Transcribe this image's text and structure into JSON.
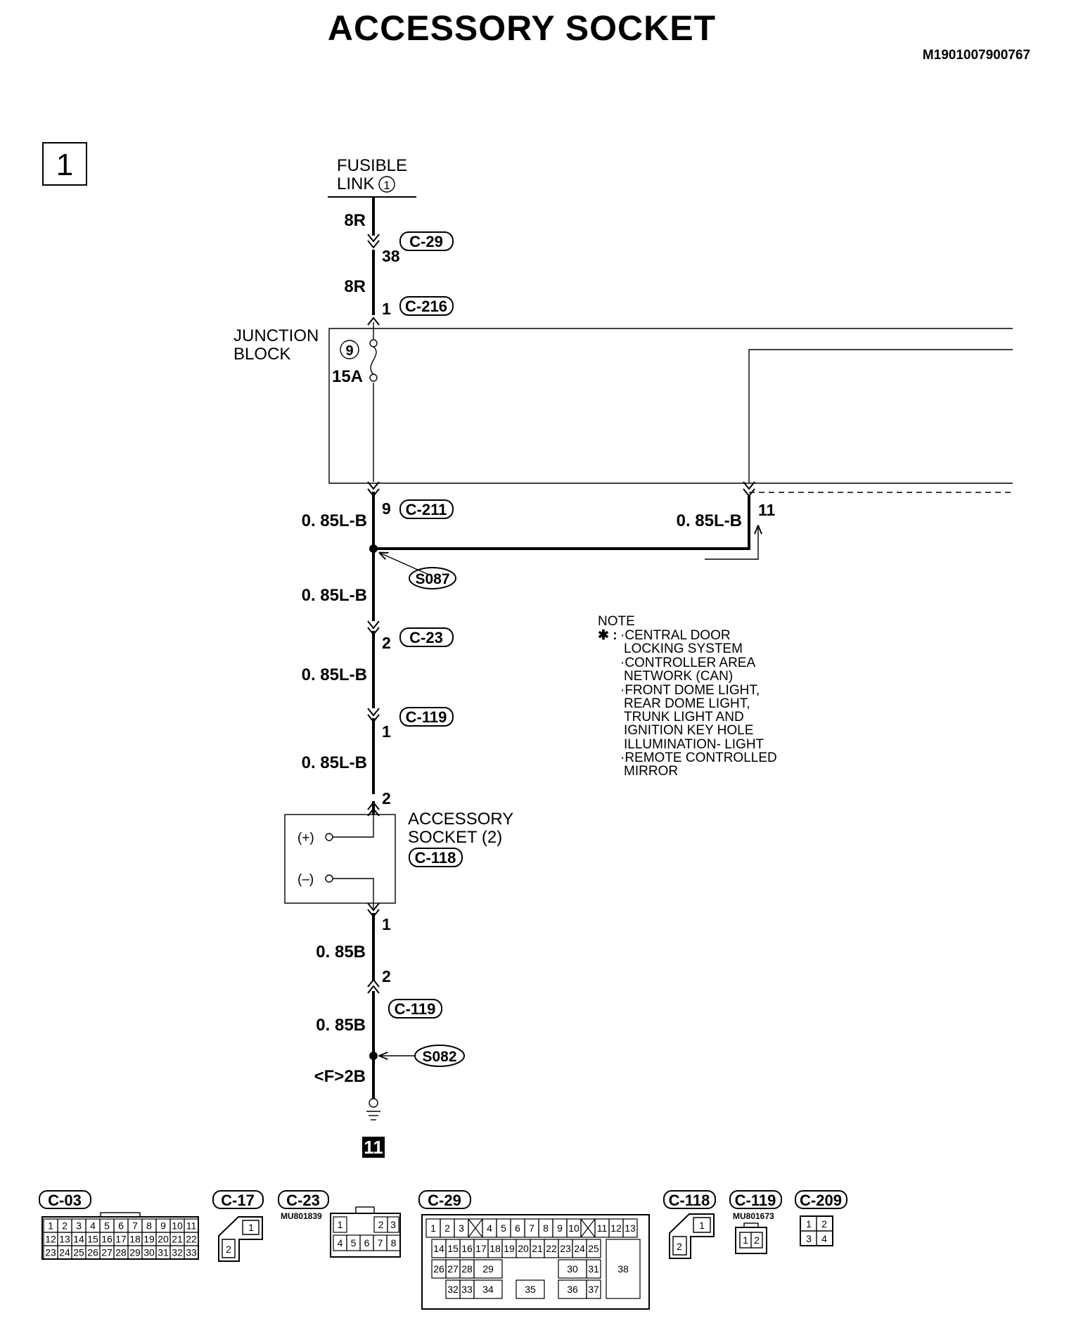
{
  "title": "ACCESSORY SOCKET",
  "doc_code": "M1901007900767",
  "section": "1",
  "fusible_link": {
    "line1": "FUSIBLE",
    "line2": "LINK",
    "number": "1"
  },
  "junction_block": {
    "line1": "JUNCTION",
    "line2": "BLOCK",
    "fuse_no": "9",
    "fuse_rating": "15A"
  },
  "wires": {
    "w1": "8R",
    "w2": "8R",
    "w3": "0. 85L-B",
    "w3b": "0. 85L-B",
    "w4": "0. 85L-B",
    "w5": "0. 85L-B",
    "w6": "0. 85L-B",
    "w7": "0. 85B",
    "w8": "0. 85B",
    "w9": "<F>2B"
  },
  "pins": {
    "c29": "38",
    "c216": "1",
    "c211": "9",
    "jb_out": "11",
    "c23": "2",
    "c119a": "1",
    "sock_top": "2",
    "sock_bot": "1",
    "c119b": "2"
  },
  "connectors": {
    "c29": "C-29",
    "c216": "C-216",
    "c211": "C-211",
    "c23": "C-23",
    "c119a": "C-119",
    "c118": "C-118",
    "c119b": "C-119"
  },
  "splices": {
    "s087": "S087",
    "s082": "S082"
  },
  "accessory_socket": {
    "line1": "ACCESSORY",
    "line2": "SOCKET (2)",
    "plus": "(+)",
    "minus": "(–)"
  },
  "ground_no": "11",
  "note": {
    "heading": "NOTE",
    "marker": "✱ :",
    "lines": [
      "·CENTRAL DOOR",
      "LOCKING SYSTEM",
      "·CONTROLLER AREA",
      "NETWORK (CAN)",
      "·FRONT DOME LIGHT,",
      "REAR DOME LIGHT,",
      "TRUNK LIGHT AND",
      "IGNITION KEY HOLE",
      "ILLUMINATION- LIGHT",
      "·REMOTE CONTROLLED",
      "MIRROR"
    ]
  },
  "legend": {
    "c03": "C-03",
    "c17": "C-17",
    "c23": "C-23",
    "c29": "C-29",
    "c118": "C-118",
    "c119": "C-119",
    "c209": "C-209",
    "c23_part": "MU801839",
    "c119_part": "MU801673",
    "c03_row1": [
      "1",
      "2",
      "3",
      "4",
      "5",
      "6",
      "7",
      "8",
      "9",
      "10",
      "11"
    ],
    "c03_row2": [
      "12",
      "13",
      "14",
      "15",
      "16",
      "17",
      "18",
      "19",
      "20",
      "21",
      "22"
    ],
    "c03_row3": [
      "23",
      "24",
      "25",
      "26",
      "27",
      "28",
      "29",
      "30",
      "31",
      "32",
      "33"
    ],
    "c17_pins": [
      "1",
      "2"
    ],
    "c23_row1": [
      "1",
      "2",
      "3"
    ],
    "c23_row2": [
      "4",
      "5",
      "6",
      "7",
      "8"
    ],
    "c29_row1": [
      "1",
      "2",
      "3",
      "4",
      "5",
      "6",
      "7",
      "8",
      "9",
      "10",
      "11",
      "12",
      "13"
    ],
    "c29_row2": [
      "14",
      "15",
      "16",
      "17",
      "18",
      "19",
      "20",
      "21",
      "22",
      "23",
      "24",
      "25"
    ],
    "c29_row3": [
      "26",
      "27",
      "28",
      "29",
      "30",
      "31"
    ],
    "c29_row4": [
      "32",
      "33",
      "34",
      "35",
      "36",
      "37"
    ],
    "c29_big": "38",
    "c118_pins": [
      "1",
      "2"
    ],
    "c119_pins": [
      "1",
      "2"
    ],
    "c209_pins": [
      "1",
      "2",
      "3",
      "4"
    ]
  }
}
